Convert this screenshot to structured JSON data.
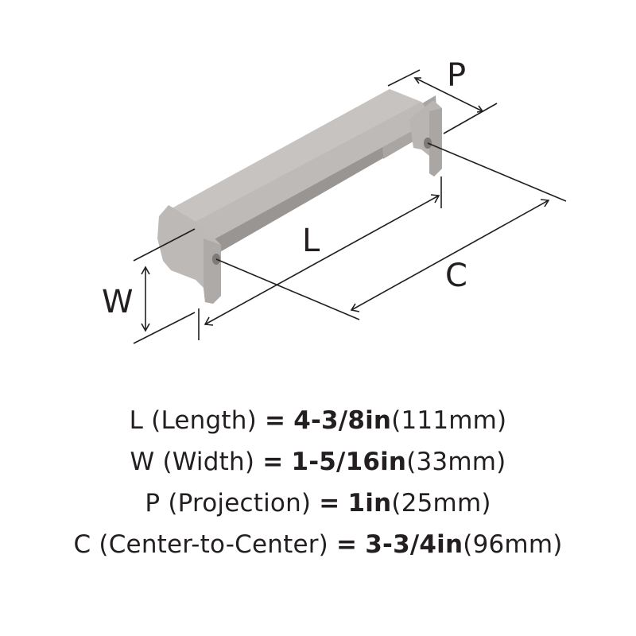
{
  "diagram": {
    "labels": {
      "p": "P",
      "l": "L",
      "c": "C",
      "w": "W"
    },
    "colors": {
      "finish_light": "#c6c3c0",
      "finish_mid": "#b3b0ad",
      "finish_dark": "#989592",
      "line": "#231f20"
    }
  },
  "specs": [
    {
      "letter": "L",
      "name": "(Length)",
      "eq": "=",
      "imperial": "4-3/8in",
      "metric": "(111mm)"
    },
    {
      "letter": "W",
      "name": "(Width)",
      "eq": "=",
      "imperial": "1-5/16in",
      "metric": "(33mm)"
    },
    {
      "letter": "P",
      "name": "(Projection)",
      "eq": "=",
      "imperial": "1in",
      "metric": "(25mm)"
    },
    {
      "letter": "C",
      "name": "(Center-to-Center)",
      "eq": "=",
      "imperial": "3-3/4in",
      "metric": "(96mm)"
    }
  ]
}
